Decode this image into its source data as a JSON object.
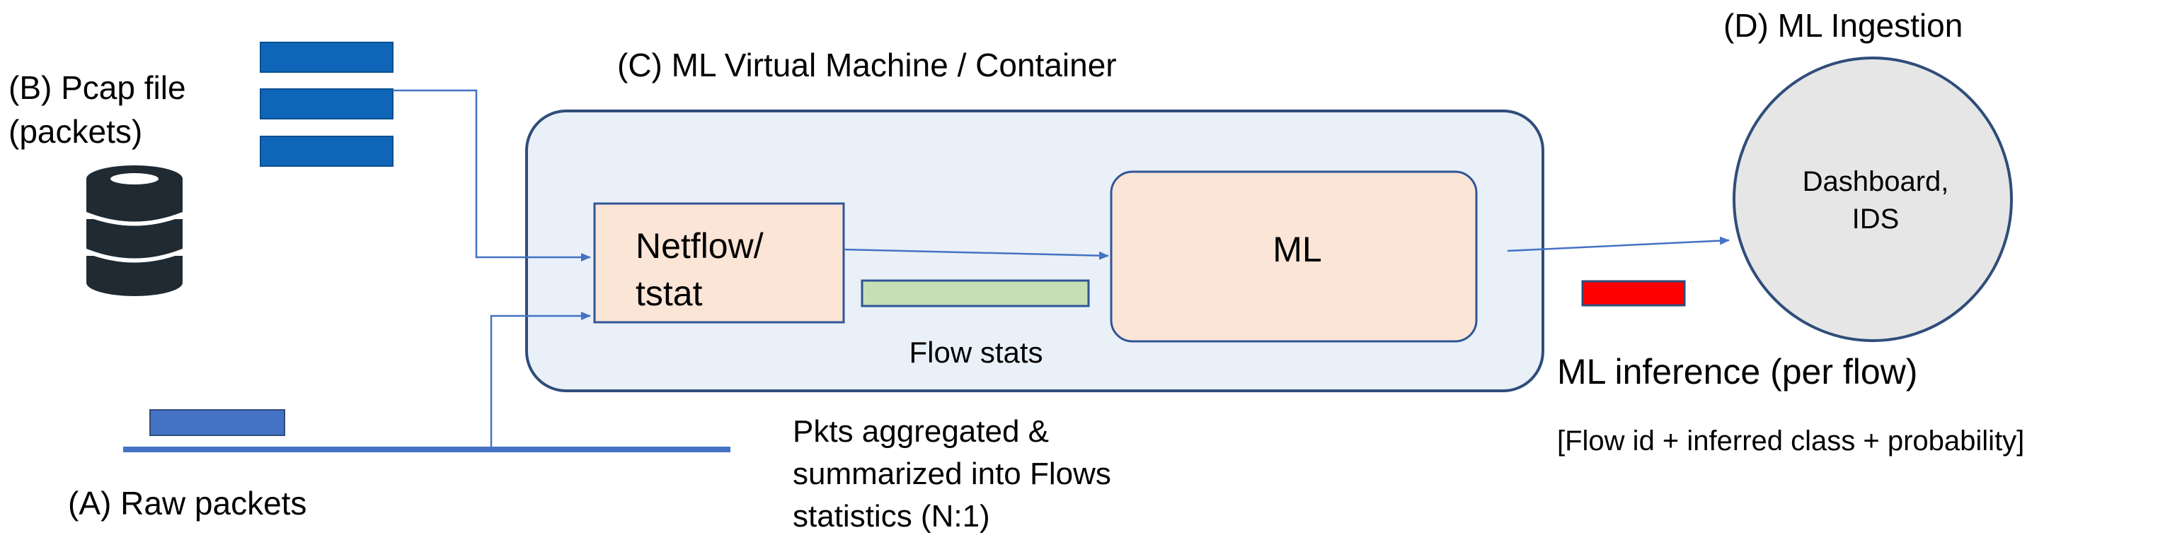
{
  "labels": {
    "pcap_line1": "(B) Pcap file",
    "pcap_line2": "(packets)",
    "container_title": "(C) ML Virtual Machine / Container",
    "netflow_line1": "Netflow/",
    "netflow_line2": "tstat",
    "ml": "ML",
    "flow_stats": "Flow stats",
    "aggregation_line1": "Pkts aggregated &",
    "aggregation_line2": "summarized into Flows",
    "aggregation_line3": "statistics (N:1)",
    "raw_packets": "(A) Raw packets",
    "ingestion_title": "(D) ML Ingestion",
    "dashboard_line1": "Dashboard,",
    "dashboard_line2": "IDS",
    "inference_title": "ML inference (per flow)",
    "inference_detail": "[Flow id + inferred class + probability]"
  },
  "colors": {
    "packet_blue": "#0f66b8",
    "raw_packet_blue": "#4472c4",
    "arrow": "#4472c4",
    "container_fill": "#eaf0f8",
    "container_stroke": "#2f4d7a",
    "box_fill": "#fbe5d6",
    "box_stroke": "#2f5597",
    "flow_stats_fill": "#c6e0b4",
    "inference_red": "#ff0000",
    "dashboard_fill": "#e6e6e6",
    "database_dark": "#1f2a33"
  },
  "icons": {
    "database": "database-icon",
    "packet_stack": "packet-stack-icon"
  }
}
